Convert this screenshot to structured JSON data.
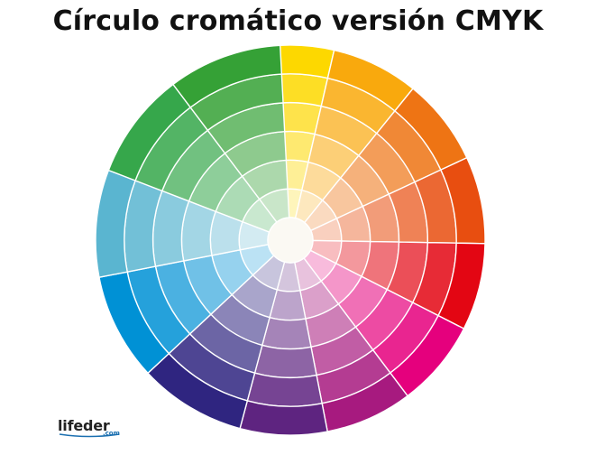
{
  "title": "Círculo cromático versión CMYK",
  "logo": {
    "text": "lifeder",
    "suffix": ".com"
  },
  "wheel": {
    "rings": 6,
    "segments": [
      {
        "name": "yellow",
        "base": "#FDD800"
      },
      {
        "name": "yellow-orange",
        "base": "#F9A90D"
      },
      {
        "name": "orange",
        "base": "#EE7414"
      },
      {
        "name": "red-orange",
        "base": "#E84E10"
      },
      {
        "name": "red",
        "base": "#E30613"
      },
      {
        "name": "magenta",
        "base": "#E5007D"
      },
      {
        "name": "red-violet",
        "base": "#A71A7F"
      },
      {
        "name": "violet",
        "base": "#5E2480"
      },
      {
        "name": "blue-violet",
        "base": "#2F2580"
      },
      {
        "name": "blue",
        "base": "#0091D5"
      },
      {
        "name": "blue-green",
        "base": "#5AB5D0"
      },
      {
        "name": "green",
        "base": "#36A74B"
      },
      {
        "name": "yellow-green",
        "base": "#35A136"
      }
    ]
  }
}
